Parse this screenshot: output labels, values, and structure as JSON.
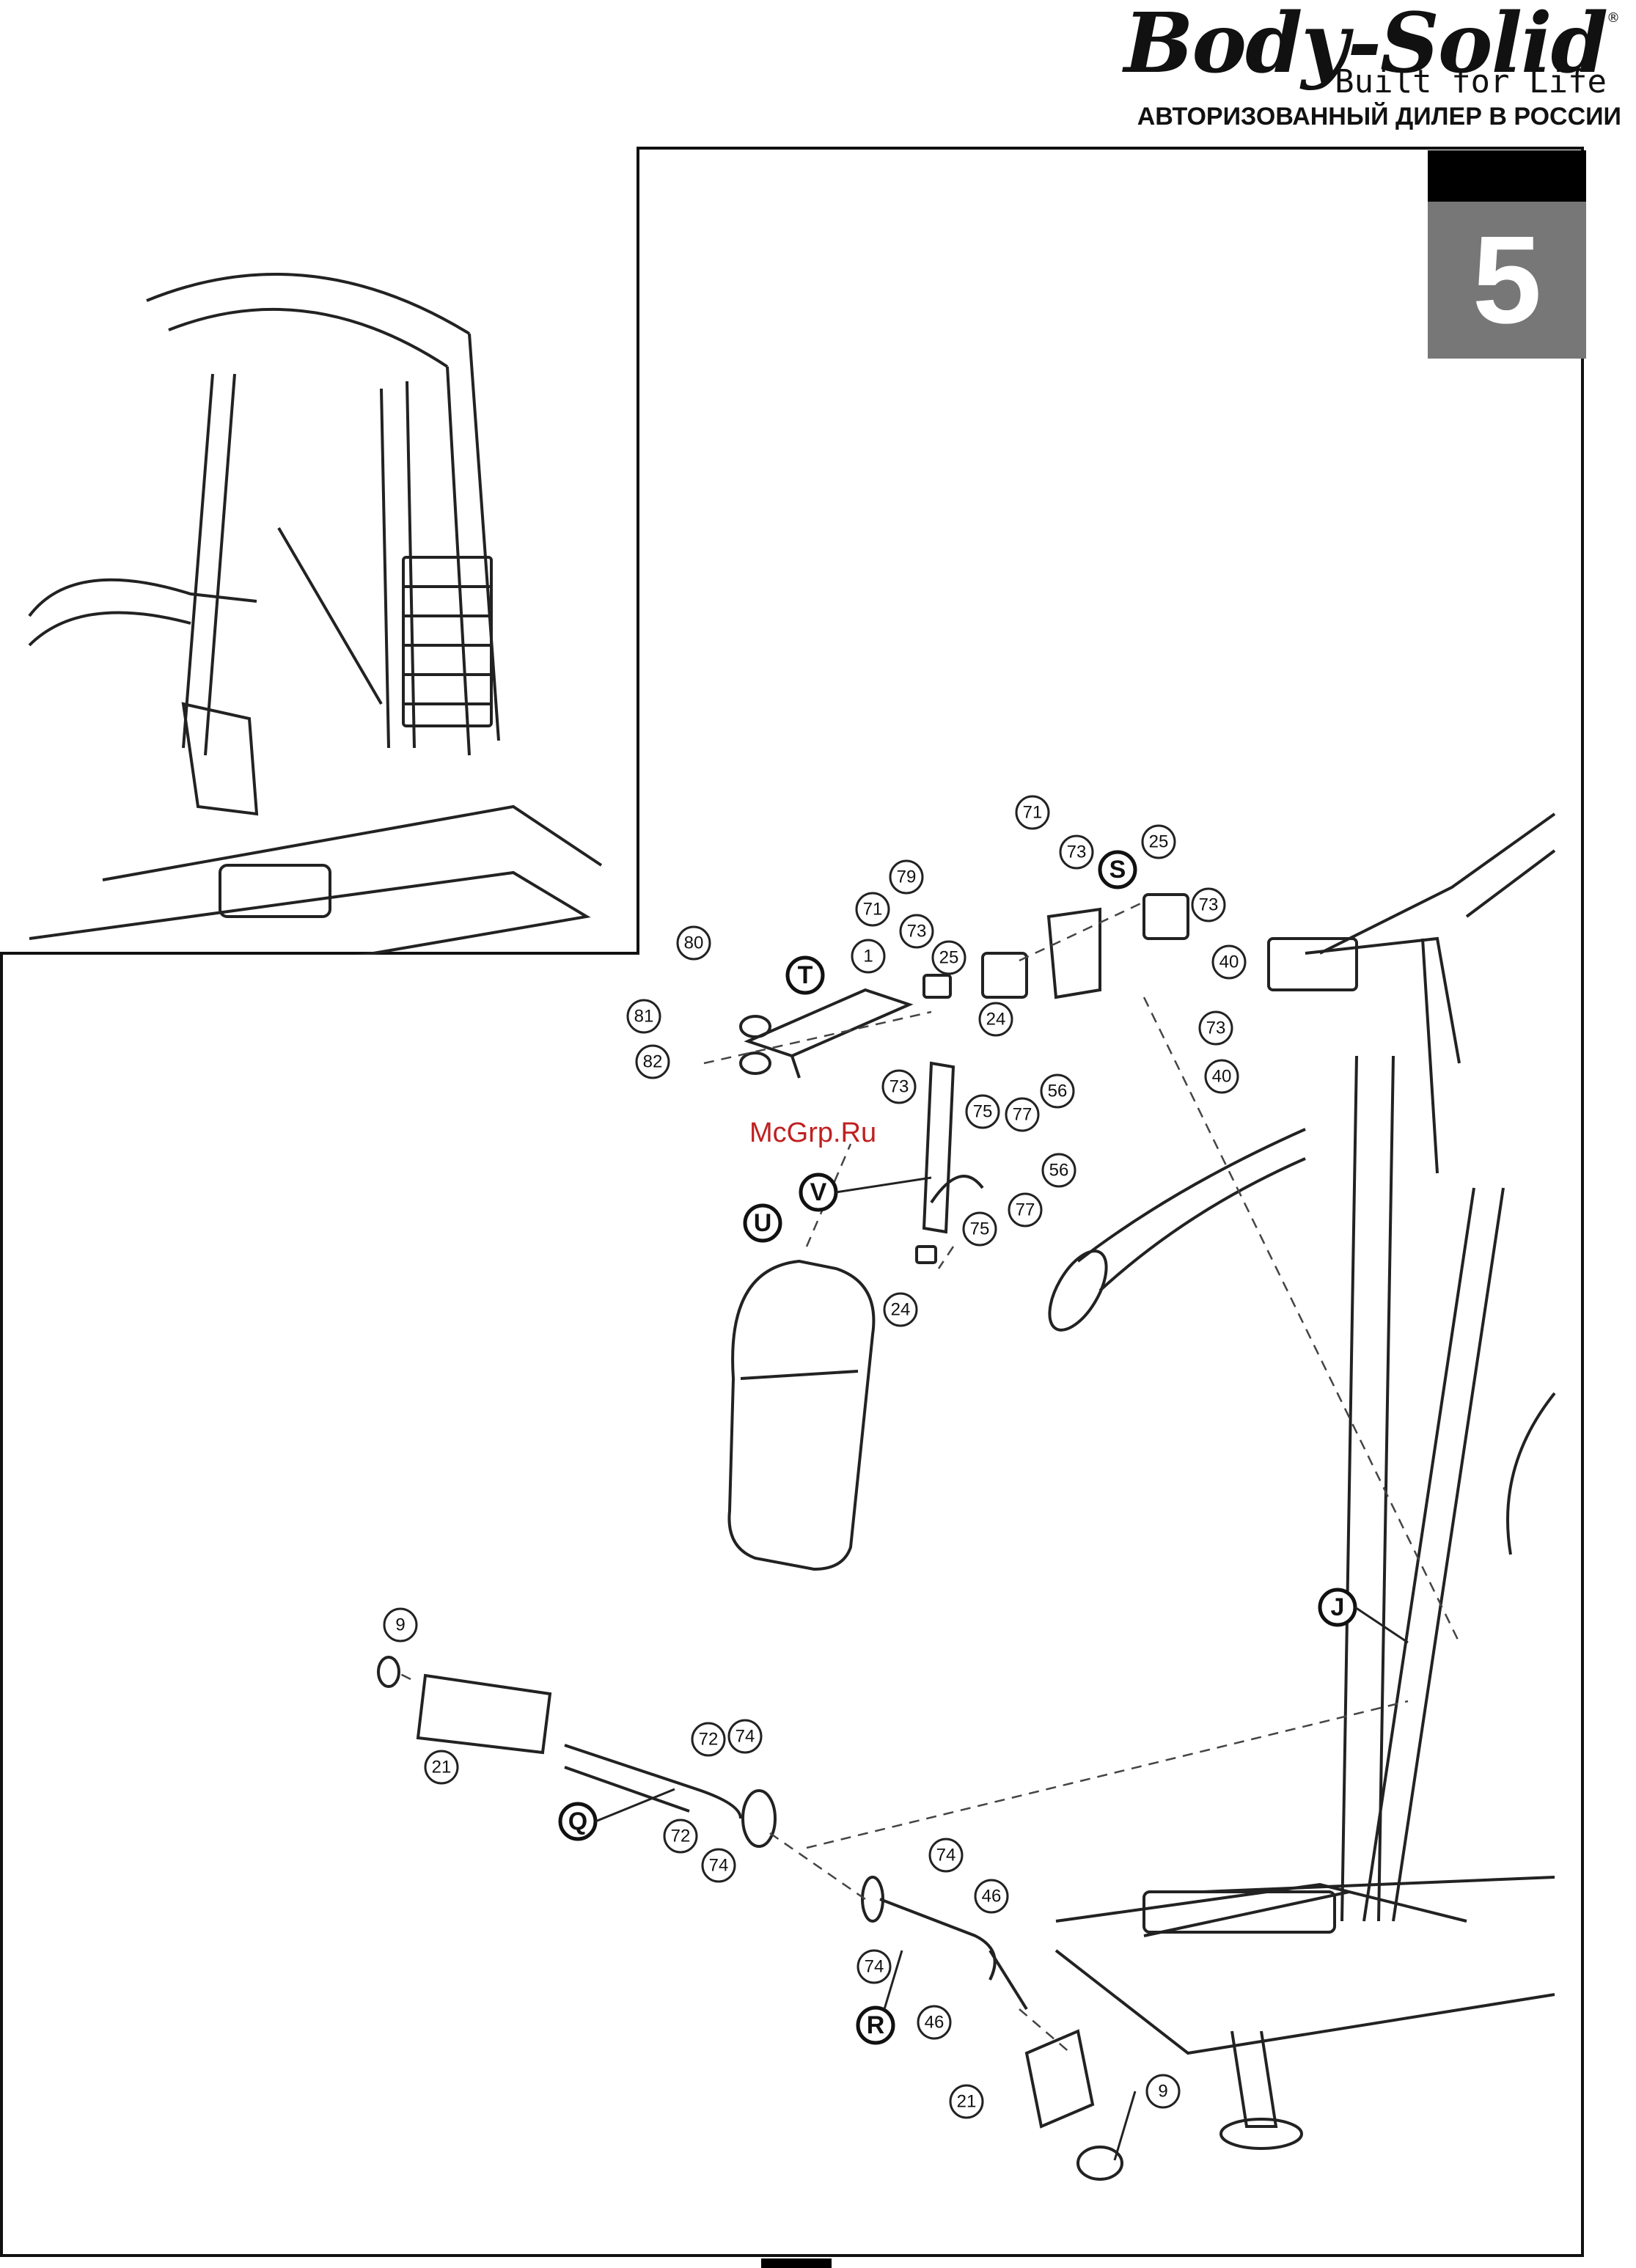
{
  "brand": {
    "logo": "Body-Solid",
    "registered": "®",
    "tagline": "Built for Life",
    "dealer": "АВТОРИЗОВАННЫЙ ДИЛЕР В РОССИИ"
  },
  "step": {
    "number": "5"
  },
  "watermark": "McGrp.Ru",
  "part_callouts": [
    "71",
    "73",
    "25",
    "79",
    "71",
    "73",
    "73",
    "40",
    "73",
    "40",
    "1",
    "25",
    "80",
    "81",
    "82",
    "24",
    "73",
    "75",
    "77",
    "56",
    "56",
    "77",
    "75",
    "24",
    "9",
    "21",
    "72",
    "74",
    "72",
    "74",
    "74",
    "46",
    "74",
    "46",
    "21",
    "9"
  ],
  "assembly_letters": [
    "S",
    "T",
    "V",
    "U",
    "J",
    "Q",
    "R"
  ]
}
